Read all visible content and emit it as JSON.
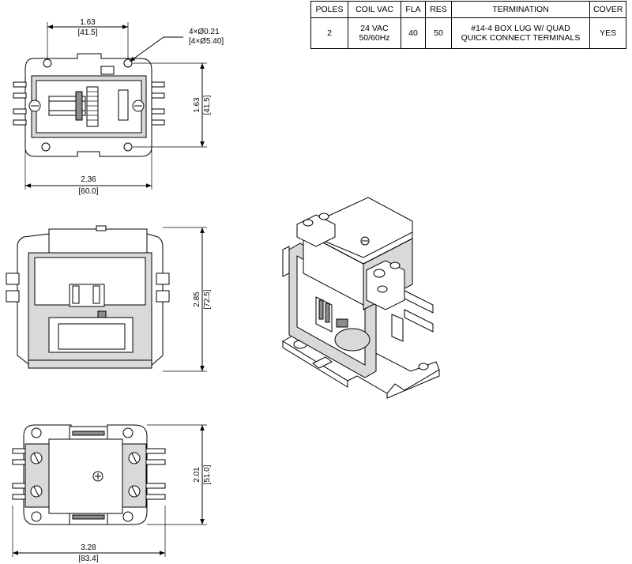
{
  "spec_table": {
    "headers": [
      "POLES",
      "COIL VAC",
      "FLA",
      "RES",
      "TERMINATION",
      "COVER"
    ],
    "row": {
      "poles": "2",
      "coil_vac_line1": "24 VAC",
      "coil_vac_line2": "50/60Hz",
      "fla": "40",
      "res": "50",
      "termination_line1": "#14-4 BOX LUG W/ QUAD",
      "termination_line2": "QUICK CONNECT TERMINALS",
      "cover": "YES"
    }
  },
  "dimensions": {
    "top_hole_spacing": {
      "inch": "1.63",
      "mm": "[41.5]"
    },
    "hole_spec": {
      "inch": "4×Ø0.21",
      "mm": "[4×Ø5.40]"
    },
    "top_vertical": {
      "inch": "1.63",
      "mm": "[41.5]"
    },
    "top_width": {
      "inch": "2.36",
      "mm": "[60.0]"
    },
    "side_height": {
      "inch": "2.85",
      "mm": "[72.5]"
    },
    "front_height": {
      "inch": "2.01",
      "mm": "[51.0]"
    },
    "front_width": {
      "inch": "3.28",
      "mm": "[83.4]"
    }
  },
  "colors": {
    "line": "#000000",
    "fill_light": "#d9d9d9",
    "fill_dark": "#8c8c8c"
  }
}
